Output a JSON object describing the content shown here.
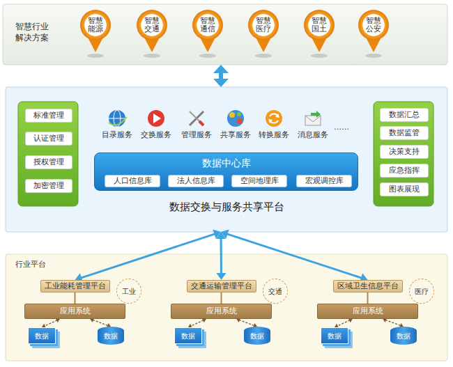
{
  "diagram": {
    "nodes": [
      {
        "text": [
          "智慧行业 解决方案"
        ]
      },
      {
        "text": [
          "智慧 能源"
        ],
        "in": 0
      },
      {
        "text": [
          "智慧 交通"
        ],
        "in": 0
      },
      {
        "text": [
          "智慧 通信"
        ],
        "in": 0
      },
      {
        "text": [
          "智慧 医疗"
        ],
        "in": 0
      },
      {
        "text": [
          "智慧 国土"
        ],
        "in": 0
      },
      {
        "text": [
          "智慧 公安"
        ],
        "in": 0
      },
      {
        "text": [
          "数据交换与服务共享平台"
        ]
      },
      {
        "text": [
          "标准管理"
        ],
        "in": 7
      },
      {
        "text": [
          "认证管理"
        ],
        "in": 7
      },
      {
        "text": [
          "授权管理"
        ],
        "in": 7
      },
      {
        "text": [
          "加密管理"
        ],
        "in": 7
      },
      {
        "text": [
          "数据中心库"
        ],
        "in": 7
      },
      {
        "text": [
          "人口信息库"
        ],
        "in": 12
      },
      {
        "text": [
          "法人信息库"
        ],
        "in": 12
      },
      {
        "text": [
          "空间地理库"
        ],
        "in": 12
      },
      {
        "text": [
          "宏观调控库"
        ],
        "in": 12
      },
      {
        "text": [
          "数据汇总"
        ],
        "in": 7
      },
      {
        "text": [
          "数据监管"
        ],
        "in": 7
      },
      {
        "text": [
          "决策支持"
        ],
        "in": 7
      },
      {
        "text": [
          "应急指挥"
        ],
        "in": 7
      },
      {
        "text": [
          "图表展现"
        ],
        "in": 7
      },
      {
        "text": [
          "行业平台"
        ]
      },
      {
        "text": [
          "工业能耗管理平台"
        ],
        "in": 22
      },
      {
        "text": [
          "工业"
        ],
        "in": 22
      },
      {
        "text": [
          "应用系统"
        ],
        "in": 22
      },
      {
        "text": [
          "数据"
        ],
        "in": 22
      },
      {
        "text": [
          "数据"
        ],
        "in": 22
      },
      {
        "text": [
          "交通运输管理平台"
        ],
        "in": 22
      },
      {
        "text": [
          "交通"
        ],
        "in": 22
      },
      {
        "text": [
          "应用系统"
        ],
        "in": 22
      },
      {
        "text": [
          "数据"
        ],
        "in": 22
      },
      {
        "text": [
          "数据"
        ],
        "in": 22
      },
      {
        "text": [
          "区域卫生信息平台"
        ],
        "in": 22
      },
      {
        "text": [
          "医疗"
        ],
        "in": 22
      },
      {
        "text": [
          "应用系统"
        ],
        "in": 22
      },
      {
        "text": [
          "数据"
        ],
        "in": 22
      },
      {
        "text": [
          "数据"
        ],
        "in": 22
      }
    ],
    "edges": [
      {
        "from": 0,
        "to": 7,
        "arrow": "both"
      },
      {
        "from": 7,
        "to": 23,
        "arrow": "both"
      },
      {
        "from": 7,
        "to": 28,
        "arrow": "both"
      },
      {
        "from": 7,
        "to": 33,
        "arrow": "both"
      },
      {
        "from": 23,
        "to": 25,
        "arrow": "none"
      },
      {
        "from": 25,
        "to": 26,
        "arrow": "both"
      },
      {
        "from": 25,
        "to": 27,
        "arrow": "both"
      },
      {
        "from": 28,
        "to": 30,
        "arrow": "none"
      },
      {
        "from": 30,
        "to": 31,
        "arrow": "both"
      },
      {
        "from": 30,
        "to": 32,
        "arrow": "both"
      },
      {
        "from": 33,
        "to": 35,
        "arrow": "none"
      },
      {
        "from": 35,
        "to": 36,
        "arrow": "both"
      },
      {
        "from": 35,
        "to": 37,
        "arrow": "both"
      }
    ],
    "labels": [
      "目录服务",
      "交换服务",
      "管理服务",
      "共享服务",
      "转换服务",
      "消息服务",
      "……"
    ]
  }
}
